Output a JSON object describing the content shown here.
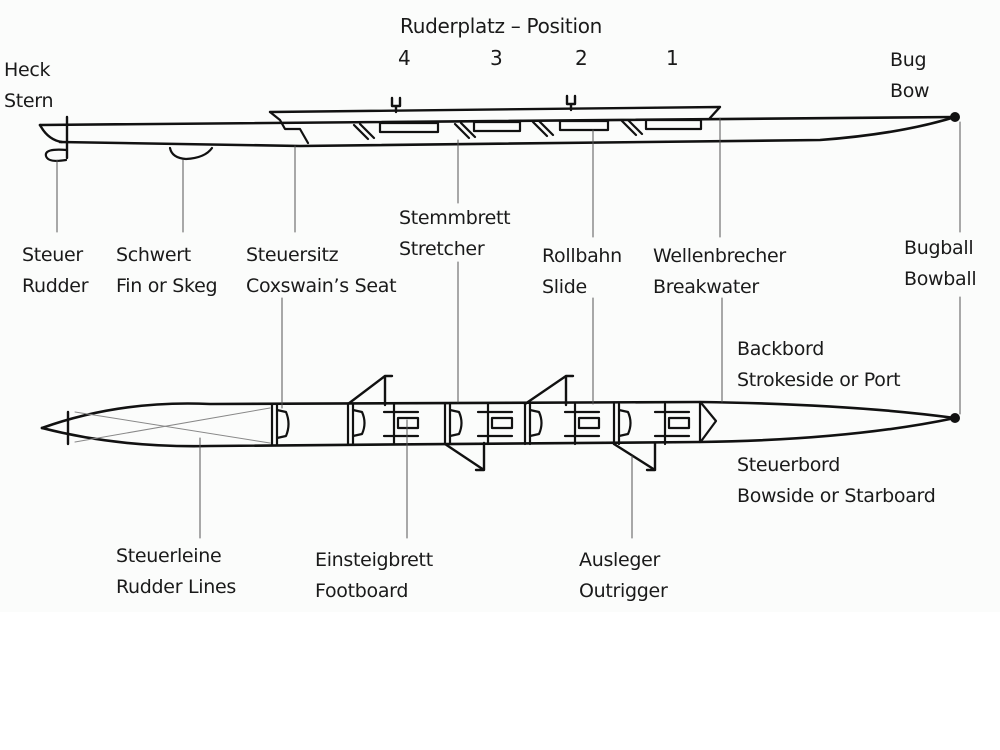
{
  "title": "Ruderplatz – Position",
  "positions": [
    "4",
    "3",
    "2",
    "1"
  ],
  "side_view_labels": {
    "stern": {
      "de": "Heck",
      "en": "Stern"
    },
    "bow": {
      "de": "Bug",
      "en": "Bow"
    },
    "rudder": {
      "de": "Steuer",
      "en": "Rudder"
    },
    "fin": {
      "de": "Schwert",
      "en": "Fin or Skeg"
    },
    "coxswain_seat": {
      "de": "Steuersitz",
      "en": "Coxswain’s Seat"
    },
    "stretcher": {
      "de": "Stemmbrett",
      "en": "Stretcher"
    },
    "slide": {
      "de": "Rollbahn",
      "en": "Slide"
    },
    "breakwater": {
      "de": "Wellenbrecher",
      "en": "Breakwater"
    },
    "bowball": {
      "de": "Bugball",
      "en": "Bowball"
    }
  },
  "top_view_labels": {
    "port": {
      "de": "Backbord",
      "en": "Strokeside or Port"
    },
    "starboard": {
      "de": "Steuerbord",
      "en": "Bowside or Starboard"
    },
    "rudder_lines": {
      "de": "Steuerleine",
      "en": "Rudder Lines"
    },
    "footboard": {
      "de": "Einsteigbrett",
      "en": "Footboard"
    },
    "outrigger": {
      "de": "Ausleger",
      "en": "Outrigger"
    }
  }
}
